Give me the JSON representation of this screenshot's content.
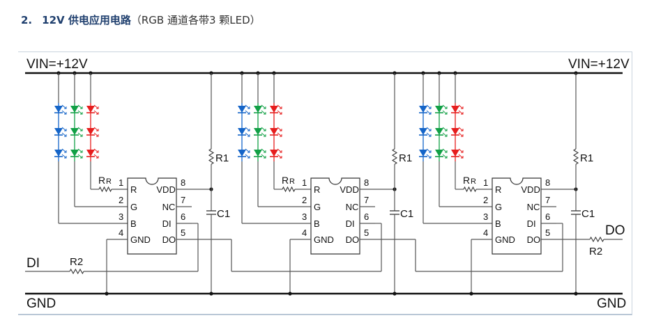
{
  "heading": {
    "number": "2.",
    "title": "12V 供电应用电路",
    "subtitle": "（RGB 通道各带3 颗LED）"
  },
  "schematic": {
    "vin_label": "VIN=+12V",
    "gnd_label": "GND",
    "input_label": "DI",
    "output_label": "DO",
    "colors": {
      "blue": "#1565c8",
      "green": "#12a046",
      "red": "#e61e1e",
      "wire": "#555555",
      "rail": "#111111"
    },
    "leds_per_channel": 3,
    "channels": [
      "blue",
      "green",
      "red"
    ],
    "resistors": {
      "r1": "R1",
      "rr_main": "R",
      "rr_sub": "R",
      "r2": "R2",
      "c1": "C1"
    },
    "chips": [
      {
        "left_pins": [
          {
            "num": "1",
            "name": "R"
          },
          {
            "num": "2",
            "name": "G"
          },
          {
            "num": "3",
            "name": "B"
          },
          {
            "num": "4",
            "name": "GND"
          }
        ],
        "right_pins": [
          {
            "num": "8",
            "name": "VDD"
          },
          {
            "num": "7",
            "name": "NC"
          },
          {
            "num": "6",
            "name": "DI"
          },
          {
            "num": "5",
            "name": "DO"
          }
        ]
      },
      {
        "left_pins": [
          {
            "num": "1",
            "name": "R"
          },
          {
            "num": "2",
            "name": "G"
          },
          {
            "num": "3",
            "name": "B"
          },
          {
            "num": "4",
            "name": "GND"
          }
        ],
        "right_pins": [
          {
            "num": "8",
            "name": "VDD"
          },
          {
            "num": "7",
            "name": "NC"
          },
          {
            "num": "6",
            "name": "DI"
          },
          {
            "num": "5",
            "name": "DO"
          }
        ]
      },
      {
        "left_pins": [
          {
            "num": "1",
            "name": "R"
          },
          {
            "num": "2",
            "name": "G"
          },
          {
            "num": "3",
            "name": "B"
          },
          {
            "num": "4",
            "name": "GND"
          }
        ],
        "right_pins": [
          {
            "num": "8",
            "name": "VDD"
          },
          {
            "num": "7",
            "name": "NC"
          },
          {
            "num": "6",
            "name": "DI"
          },
          {
            "num": "5",
            "name": "DO"
          }
        ]
      }
    ]
  }
}
